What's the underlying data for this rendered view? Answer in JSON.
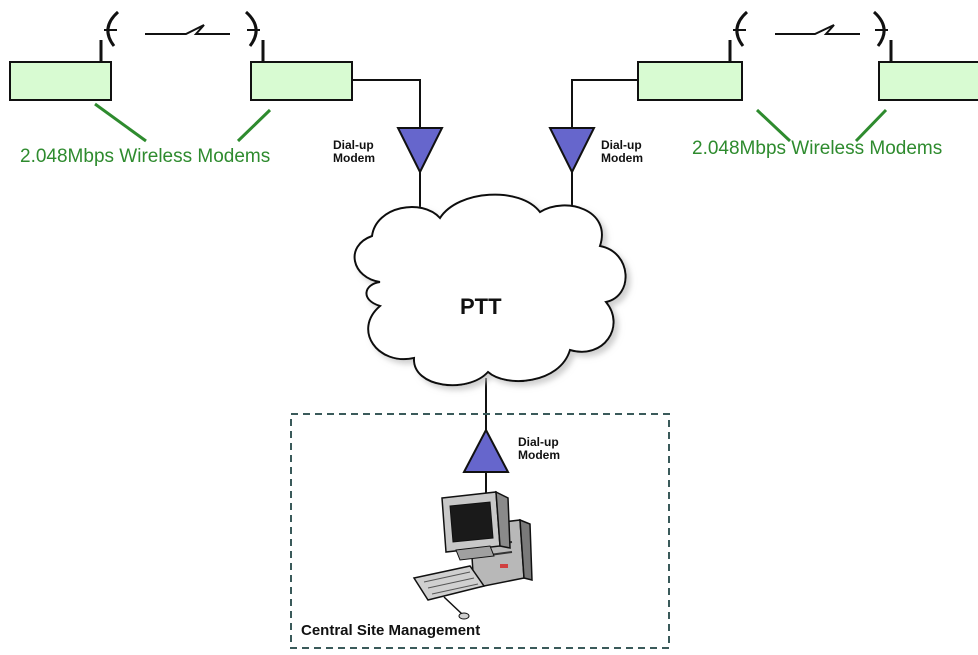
{
  "wireless_group_left": {
    "label": "2.048Mbps Wireless Modems"
  },
  "wireless_group_right": {
    "label": "2.048Mbps Wireless Modems"
  },
  "dialup_left": {
    "line1": "Dial-up",
    "line2": "Modem"
  },
  "dialup_right": {
    "line1": "Dial-up",
    "line2": "Modem"
  },
  "dialup_central": {
    "line1": "Dial-up",
    "line2": "Modem"
  },
  "network": {
    "label": "PTT"
  },
  "central_site": {
    "label": "Central Site Management"
  },
  "colors": {
    "modem_box_fill": "#d8fbd2",
    "modem_triangle_fill": "#6666cc",
    "label_green": "#2e8b2e",
    "line": "#111111",
    "boundary": "#3a5a5a"
  },
  "icons": [
    "wireless-modem-icon",
    "antenna-icon",
    "radio-link-icon",
    "dialup-modem-icon",
    "cloud-icon",
    "computer-icon"
  ]
}
